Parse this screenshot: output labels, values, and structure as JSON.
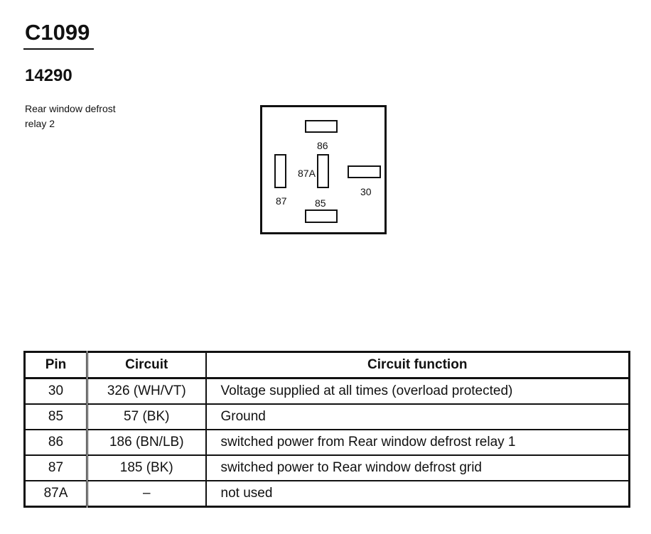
{
  "connector": {
    "id": "C1099",
    "part_number": "14290",
    "description_line1": "Rear window defrost",
    "description_line2": "relay 2"
  },
  "diagram": {
    "labels": {
      "pin86": "86",
      "pin87a": "87A",
      "pin30": "30",
      "pin87": "87",
      "pin85": "85"
    }
  },
  "table": {
    "headers": {
      "pin": "Pin",
      "circuit": "Circuit",
      "function": "Circuit function"
    },
    "rows": [
      {
        "pin": "30",
        "circuit": "326 (WH/VT)",
        "function": "Voltage supplied at all times (overload protected)"
      },
      {
        "pin": "85",
        "circuit": "57 (BK)",
        "function": "Ground"
      },
      {
        "pin": "86",
        "circuit": "186 (BN/LB)",
        "function": "switched power from Rear window defrost relay 1"
      },
      {
        "pin": "87",
        "circuit": "185 (BK)",
        "function": "switched power to Rear window defrost grid"
      },
      {
        "pin": "87A",
        "circuit": "–",
        "function": "not used"
      }
    ]
  }
}
